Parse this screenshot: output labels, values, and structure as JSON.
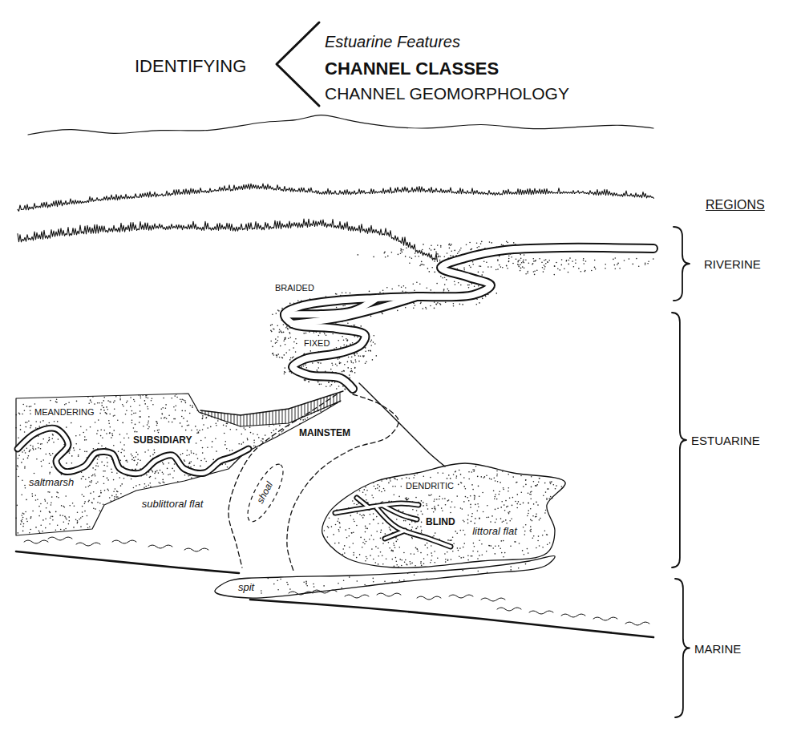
{
  "diagram": {
    "title": "IDENTIFYING",
    "labels": [
      "Estuarine Features",
      "CHANNEL CLASSES",
      "CHANNEL GEOMORPHOLOGY",
      "REGIONS",
      "RIVERINE",
      "ESTUARINE",
      "MARINE",
      "BRAIDED",
      "FIXED",
      "MEANDERING",
      "SUBSIDIARY",
      "MAINSTEM",
      "saltmarsh",
      "sublittoral flat",
      "shoal",
      "DENDRITIC",
      "BLIND",
      "littoral flat",
      "spit"
    ]
  }
}
